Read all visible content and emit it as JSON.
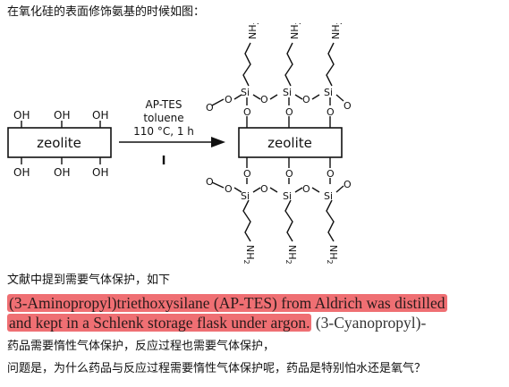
{
  "intro": "在氧化硅的表面修饰氨基的时候如图：",
  "scheme": {
    "left_block": "zeolite",
    "right_block": "zeolite",
    "oh": "OH",
    "reagent": "AP-TES",
    "solvent": "toluene",
    "conditions": "110 °C, 1 h",
    "step": "I",
    "si": "Si",
    "o": "O",
    "nh2_n": "NH",
    "nh2_sub": "2"
  },
  "note": "文献中提到需要气体保护，如下",
  "quote": {
    "line1": "(3-Aminopropyl)triethoxysilane (AP-TES) from Aldrich was distilled",
    "line2_hl": "and kept in a Schlenk storage flask under argon.",
    "line2_tail": " (3-Cyanopropyl)-"
  },
  "drug_line": "药品需要惰性气体保护，反应过程也需要气体保护，",
  "question": "问题是，为什么药品与反应过程需要惰性气体保护呢，药品是特别怕水还是氧气？"
}
